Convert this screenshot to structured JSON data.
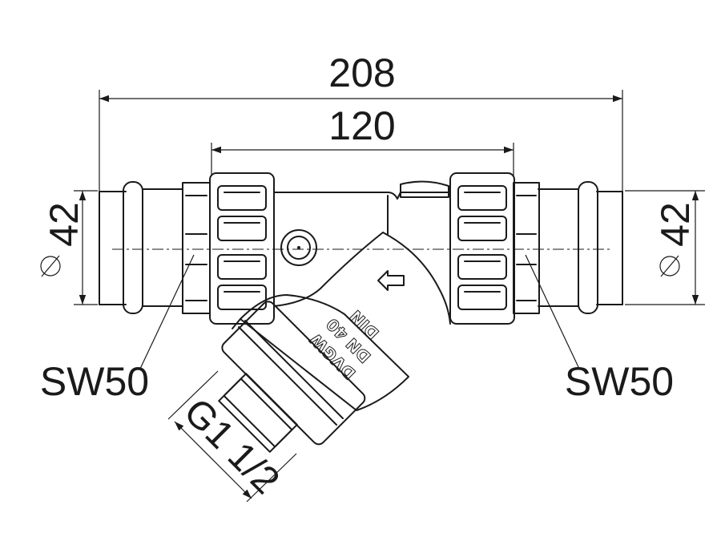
{
  "dimensions": {
    "overall_length": "208",
    "body_length": "120",
    "diameter_left": "42",
    "diameter_right": "42",
    "wrench_size_left": "SW50",
    "wrench_size_right": "SW50",
    "drain_thread": "G1 1/2"
  },
  "markings": {
    "line1": "DVGW",
    "line2": "DN 40",
    "line3": "DIN"
  },
  "colors": {
    "line": "#1a1a1a",
    "background": "#ffffff"
  },
  "icons": {
    "diameter": "diameter-symbol-icon",
    "flow": "flow-arrow-icon"
  }
}
